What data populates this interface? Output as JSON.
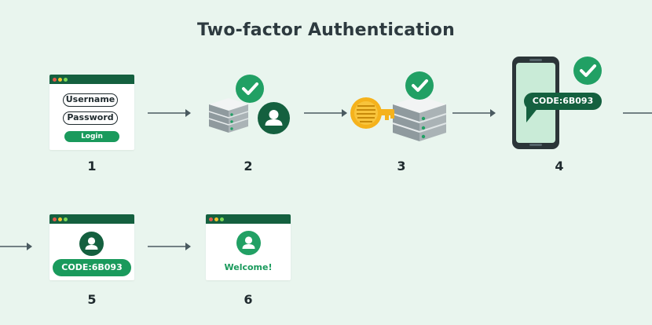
{
  "title": "Two-factor Authentication",
  "steps": {
    "s1": {
      "number": "1",
      "username_label": "Username",
      "password_label": "Password",
      "login_label": "Login"
    },
    "s2": {
      "number": "2"
    },
    "s3": {
      "number": "3"
    },
    "s4": {
      "number": "4",
      "code_label": "CODE:6B093"
    },
    "s5": {
      "number": "5",
      "code_label": "CODE:6B093"
    },
    "s6": {
      "number": "6",
      "welcome_label": "Welcome!"
    }
  },
  "icons": {
    "check": "check-badge-icon",
    "user": "user-icon",
    "server": "server-icon",
    "key": "key-icon",
    "phone": "smartphone-icon",
    "arrow": "arrow-right-icon"
  },
  "colors": {
    "background": "#e9f5ee",
    "dark_green": "#14603f",
    "accent_green": "#1a9a5c",
    "check_green": "#21a064",
    "key_gold": "#f5b21c",
    "arrow": "#4a5a60"
  }
}
